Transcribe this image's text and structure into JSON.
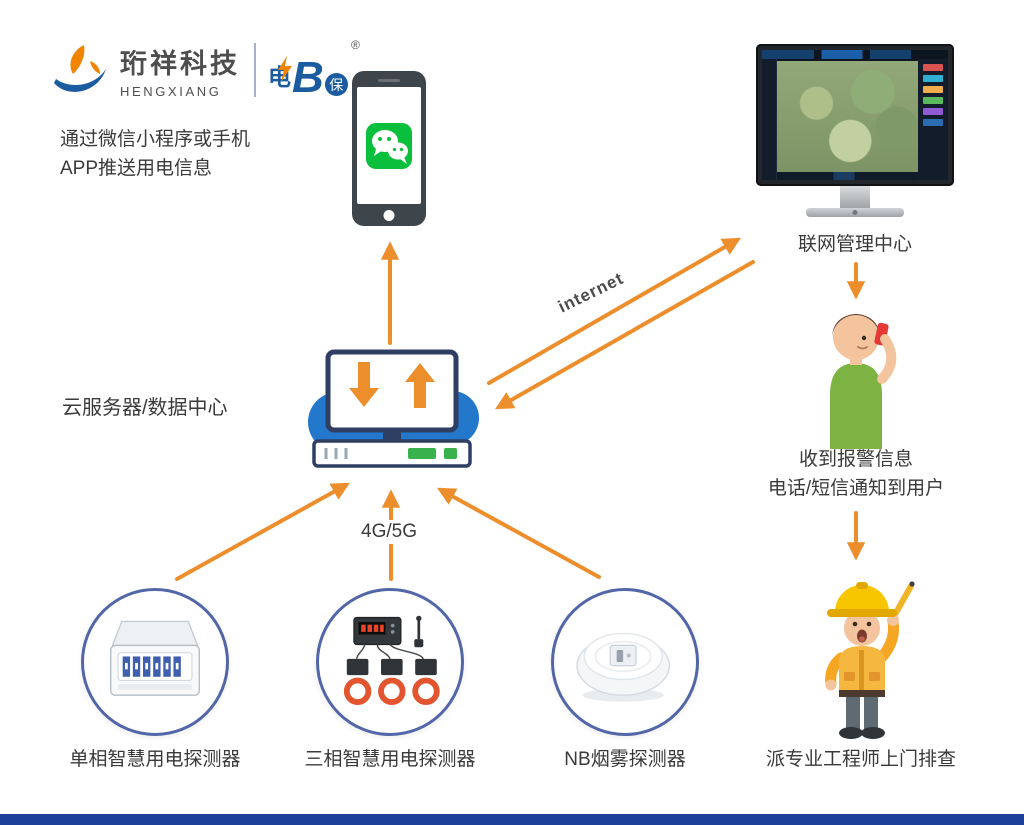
{
  "colors": {
    "arrow": "#ED8E2C",
    "circle_border": "#5266a8",
    "bottom_bar": "#1d409a",
    "wechat_green": "#0abf3c",
    "cloud_blue": "#2478cb",
    "brand_blue": "#1b5ba0",
    "brand_orange": "#f08300"
  },
  "logo": {
    "company_cn": "珩祥科技",
    "company_en": "HENGXIANG",
    "brand_dian": "电",
    "brand_b": "B",
    "brand_bao": "保",
    "registered": "®"
  },
  "captions": {
    "app_push_line1": "通过微信小程序或手机",
    "app_push_line2": "APP推送用电信息",
    "cloud_server": "云服务器/数据中心",
    "management_center": "联网管理中心",
    "alarm_line1": "收到报警信息",
    "alarm_line2": "电话/短信通知到用户",
    "engineer": "派专业工程师上门排查",
    "detector_single_phase": "单相智慧用电探测器",
    "detector_three_phase": "三相智慧用电探测器",
    "detector_nb_smoke": "NB烟雾探测器"
  },
  "connections": {
    "internet_label": "internet",
    "cellular_label": "4G/5G"
  }
}
